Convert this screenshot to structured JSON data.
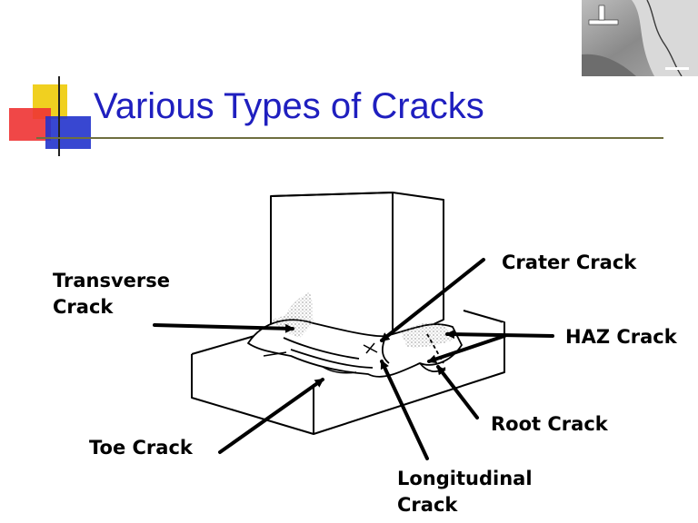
{
  "slide": {
    "title": "Various Types of Cracks",
    "title_color": "#1f1fbf",
    "rule_color": "#6f6f3f",
    "accent_colors": {
      "yellow": "#f0d020",
      "red": "#ee3333",
      "blue": "#2233cc"
    }
  },
  "labels": {
    "transverse_line1": "Transverse",
    "transverse_line2": "Crack",
    "crater": "Crater Crack",
    "haz": "HAZ Crack",
    "root": "Root Crack",
    "toe": "Toe Crack",
    "longitudinal_line1": "Longitudinal",
    "longitudinal_line2": "Crack"
  },
  "images": {
    "weld_diagram": "weld-joint-line-drawing",
    "micrograph": "crack-micrograph-photo"
  }
}
